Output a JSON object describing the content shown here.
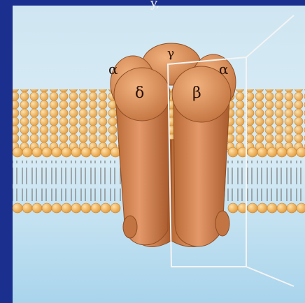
{
  "slide": {
    "top_text_fragment": "y,",
    "colors": {
      "slide_bg": "#1a2f8e",
      "membrane_water": "#bfe0f0",
      "lipid_head": "#f2b35a",
      "protein": "#d9894e",
      "zoom_box": "#f4f4f4"
    }
  },
  "diagram": {
    "subunit_labels": {
      "gamma": "γ",
      "alpha_left": "α",
      "alpha_right": "α",
      "delta": "δ",
      "beta": "β"
    }
  }
}
